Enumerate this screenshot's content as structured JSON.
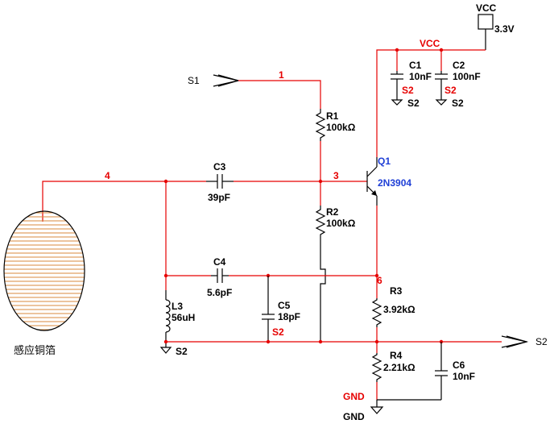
{
  "labels": {
    "vcc_source": "VCC",
    "vcc_voltage": "3.3V",
    "vcc_net": "VCC",
    "s1_port": "S1",
    "s2_port": "S2",
    "gnd_net": "GND",
    "gnd_symbol": "GND",
    "net1": "1",
    "net3": "3",
    "net4": "4",
    "net6": "6",
    "foil": "感应铜箔"
  },
  "components": {
    "R1": {
      "ref": "R1",
      "value": "100kΩ"
    },
    "R2": {
      "ref": "R2",
      "value": "100kΩ"
    },
    "R3": {
      "ref": "R3",
      "value": "3.92kΩ"
    },
    "R4": {
      "ref": "R4",
      "value": "2.21kΩ"
    },
    "C1": {
      "ref": "C1",
      "value": "10nF",
      "net": "S2",
      "gnd": "S2"
    },
    "C2": {
      "ref": "C2",
      "value": "100nF",
      "net": "S2",
      "gnd": "S2"
    },
    "C3": {
      "ref": "C3",
      "value": "39pF"
    },
    "C4": {
      "ref": "C4",
      "value": "5.6pF"
    },
    "C5": {
      "ref": "C5",
      "value": "18pF",
      "net": "S2"
    },
    "C6": {
      "ref": "C6",
      "value": "10nF"
    },
    "L3": {
      "ref": "L3",
      "value": "56uH",
      "gnd": "S2"
    },
    "Q1": {
      "ref": "Q1",
      "value": "2N3904"
    }
  },
  "colors": {
    "wire": "#e60000",
    "component": "#000000",
    "transistor_label": "#1f3fd6",
    "foil_stripe": "#d98a3d"
  }
}
